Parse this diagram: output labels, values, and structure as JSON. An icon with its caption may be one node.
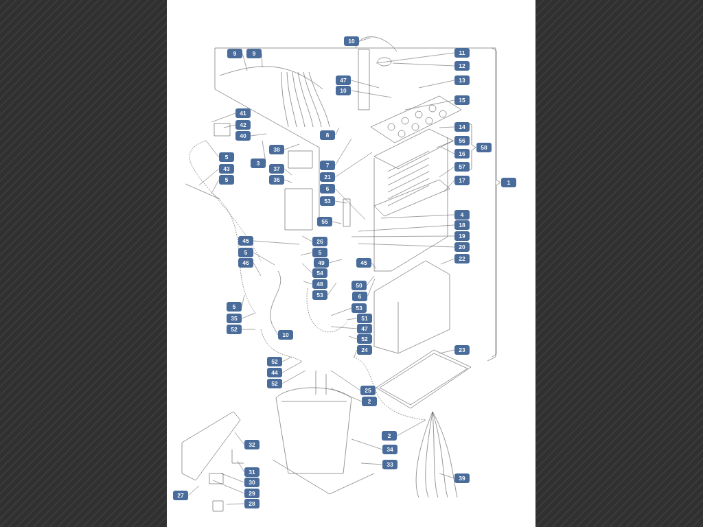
{
  "diagram": {
    "nodes": [
      {
        "text": [
          "10"
        ]
      },
      {
        "text": [
          "9"
        ]
      },
      {
        "text": [
          "9"
        ]
      },
      {
        "text": [
          "11"
        ]
      },
      {
        "text": [
          "12"
        ]
      },
      {
        "text": [
          "47"
        ]
      },
      {
        "text": [
          "13"
        ]
      },
      {
        "text": [
          "10"
        ]
      },
      {
        "text": [
          "15"
        ]
      },
      {
        "text": [
          "41"
        ]
      },
      {
        "text": [
          "42"
        ]
      },
      {
        "text": [
          "14"
        ]
      },
      {
        "text": [
          "40"
        ]
      },
      {
        "text": [
          "58"
        ]
      },
      {
        "text": [
          "8"
        ]
      },
      {
        "text": [
          "38"
        ]
      },
      {
        "text": [
          "56"
        ]
      },
      {
        "text": [
          "16"
        ]
      },
      {
        "text": [
          "5"
        ]
      },
      {
        "text": [
          "3"
        ]
      },
      {
        "text": [
          "37"
        ]
      },
      {
        "text": [
          "7"
        ]
      },
      {
        "text": [
          "43"
        ]
      },
      {
        "text": [
          "57"
        ]
      },
      {
        "text": [
          "21"
        ]
      },
      {
        "text": [
          "36"
        ]
      },
      {
        "text": [
          "5"
        ]
      },
      {
        "text": [
          "17"
        ]
      },
      {
        "text": [
          "1"
        ]
      },
      {
        "text": [
          "6"
        ]
      },
      {
        "text": [
          "53"
        ]
      },
      {
        "text": [
          "4"
        ]
      },
      {
        "text": [
          "55"
        ]
      },
      {
        "text": [
          "18"
        ]
      },
      {
        "text": [
          "19"
        ]
      },
      {
        "text": [
          "45"
        ]
      },
      {
        "text": [
          "26"
        ]
      },
      {
        "text": [
          "20"
        ]
      },
      {
        "text": [
          "5"
        ]
      },
      {
        "text": [
          "5"
        ]
      },
      {
        "text": [
          "22"
        ]
      },
      {
        "text": [
          "46"
        ]
      },
      {
        "text": [
          "49"
        ]
      },
      {
        "text": [
          "45"
        ]
      },
      {
        "text": [
          "54"
        ]
      },
      {
        "text": [
          "48"
        ]
      },
      {
        "text": [
          "50"
        ]
      },
      {
        "text": [
          "53"
        ]
      },
      {
        "text": [
          "6"
        ]
      },
      {
        "text": [
          "5"
        ]
      },
      {
        "text": [
          "53"
        ]
      },
      {
        "text": [
          "35"
        ]
      },
      {
        "text": [
          "51"
        ]
      },
      {
        "text": [
          "10"
        ]
      },
      {
        "text": [
          "52"
        ]
      },
      {
        "text": [
          "47"
        ]
      },
      {
        "text": [
          "52"
        ]
      },
      {
        "text": [
          "24"
        ]
      },
      {
        "text": [
          "23"
        ]
      },
      {
        "text": [
          "52"
        ]
      },
      {
        "text": [
          "44"
        ]
      },
      {
        "text": [
          "52"
        ]
      },
      {
        "text": [
          "25"
        ]
      },
      {
        "text": [
          "2"
        ]
      },
      {
        "text": [
          "2"
        ]
      },
      {
        "text": [
          "32"
        ]
      },
      {
        "text": [
          "34"
        ]
      },
      {
        "text": [
          "33"
        ]
      },
      {
        "text": [
          "31"
        ]
      },
      {
        "text": [
          "39"
        ]
      },
      {
        "text": [
          "30"
        ]
      },
      {
        "text": [
          "29"
        ]
      },
      {
        "text": [
          "27"
        ]
      },
      {
        "text": [
          "28"
        ]
      }
    ],
    "edges": [
      {
        "from": 0,
        "to": null,
        "arrow": "none"
      },
      {
        "from": 1,
        "to": null,
        "arrow": "none"
      },
      {
        "from": 2,
        "to": null,
        "arrow": "none"
      },
      {
        "from": 3,
        "to": null,
        "arrow": "none"
      },
      {
        "from": 4,
        "to": null,
        "arrow": "none"
      },
      {
        "from": 5,
        "to": null,
        "arrow": "none"
      },
      {
        "from": 6,
        "to": null,
        "arrow": "none"
      },
      {
        "from": 7,
        "to": null,
        "arrow": "none"
      },
      {
        "from": 8,
        "to": null,
        "arrow": "none"
      },
      {
        "from": 9,
        "to": null,
        "arrow": "none"
      },
      {
        "from": 10,
        "to": null,
        "arrow": "none"
      },
      {
        "from": 11,
        "to": null,
        "arrow": "none"
      },
      {
        "from": 12,
        "to": null,
        "arrow": "none"
      },
      {
        "from": 14,
        "to": null,
        "arrow": "none"
      },
      {
        "from": 15,
        "to": null,
        "arrow": "none"
      },
      {
        "from": 16,
        "to": null,
        "arrow": "none"
      },
      {
        "from": 17,
        "to": null,
        "arrow": "none"
      },
      {
        "from": 18,
        "to": null,
        "arrow": "none"
      },
      {
        "from": 19,
        "to": null,
        "arrow": "none"
      },
      {
        "from": 20,
        "to": null,
        "arrow": "none"
      },
      {
        "from": 21,
        "to": null,
        "arrow": "none"
      },
      {
        "from": 22,
        "to": null,
        "arrow": "none"
      },
      {
        "from": 23,
        "to": null,
        "arrow": "none"
      },
      {
        "from": 24,
        "to": null,
        "arrow": "none"
      },
      {
        "from": 25,
        "to": null,
        "arrow": "none"
      },
      {
        "from": 26,
        "to": null,
        "arrow": "none"
      },
      {
        "from": 27,
        "to": null,
        "arrow": "none"
      },
      {
        "from": 29,
        "to": null,
        "arrow": "none"
      },
      {
        "from": 30,
        "to": null,
        "arrow": "none"
      },
      {
        "from": 31,
        "to": null,
        "arrow": "none"
      },
      {
        "from": 32,
        "to": null,
        "arrow": "none"
      },
      {
        "from": 33,
        "to": null,
        "arrow": "none"
      },
      {
        "from": 34,
        "to": null,
        "arrow": "none"
      },
      {
        "from": 35,
        "to": null,
        "arrow": "none"
      },
      {
        "from": 36,
        "to": null,
        "arrow": "none"
      },
      {
        "from": 37,
        "to": null,
        "arrow": "none"
      },
      {
        "from": 38,
        "to": null,
        "arrow": "none"
      },
      {
        "from": 39,
        "to": null,
        "arrow": "none"
      },
      {
        "from": 40,
        "to": null,
        "arrow": "none"
      },
      {
        "from": 41,
        "to": null,
        "arrow": "none"
      },
      {
        "from": 42,
        "to": null,
        "arrow": "none"
      },
      {
        "from": 43,
        "to": null,
        "arrow": "none"
      },
      {
        "from": 44,
        "to": null,
        "arrow": "none"
      },
      {
        "from": 45,
        "to": null,
        "arrow": "none"
      },
      {
        "from": 46,
        "to": null,
        "arrow": "none"
      },
      {
        "from": 47,
        "to": null,
        "arrow": "none"
      },
      {
        "from": 48,
        "to": null,
        "arrow": "none"
      },
      {
        "from": 49,
        "to": null,
        "arrow": "none"
      },
      {
        "from": 50,
        "to": null,
        "arrow": "none"
      },
      {
        "from": 51,
        "to": null,
        "arrow": "none"
      },
      {
        "from": 52,
        "to": null,
        "arrow": "none"
      },
      {
        "from": 53,
        "to": null,
        "arrow": "none"
      },
      {
        "from": 54,
        "to": null,
        "arrow": "none"
      },
      {
        "from": 55,
        "to": null,
        "arrow": "none"
      },
      {
        "from": 56,
        "to": null,
        "arrow": "none"
      },
      {
        "from": 57,
        "to": null,
        "arrow": "none"
      },
      {
        "from": 58,
        "to": null,
        "arrow": "none"
      },
      {
        "from": 59,
        "to": null,
        "arrow": "none"
      },
      {
        "from": 60,
        "to": null,
        "arrow": "none"
      },
      {
        "from": 61,
        "to": null,
        "arrow": "none"
      },
      {
        "from": 62,
        "to": null,
        "arrow": "none"
      },
      {
        "from": 63,
        "to": null,
        "arrow": "none"
      },
      {
        "from": 64,
        "to": null,
        "arrow": "none"
      },
      {
        "from": 65,
        "to": null,
        "arrow": "none"
      },
      {
        "from": 66,
        "to": null,
        "arrow": "none"
      },
      {
        "from": 67,
        "to": null,
        "arrow": "none"
      },
      {
        "from": 68,
        "to": null,
        "arrow": "none"
      },
      {
        "from": 69,
        "to": null,
        "arrow": "none"
      },
      {
        "from": 70,
        "to": null,
        "arrow": "none"
      },
      {
        "from": 71,
        "to": null,
        "arrow": "none"
      },
      {
        "from": 72,
        "to": null,
        "arrow": "none"
      },
      {
        "from": 73,
        "to": null,
        "arrow": "none"
      }
    ]
  }
}
